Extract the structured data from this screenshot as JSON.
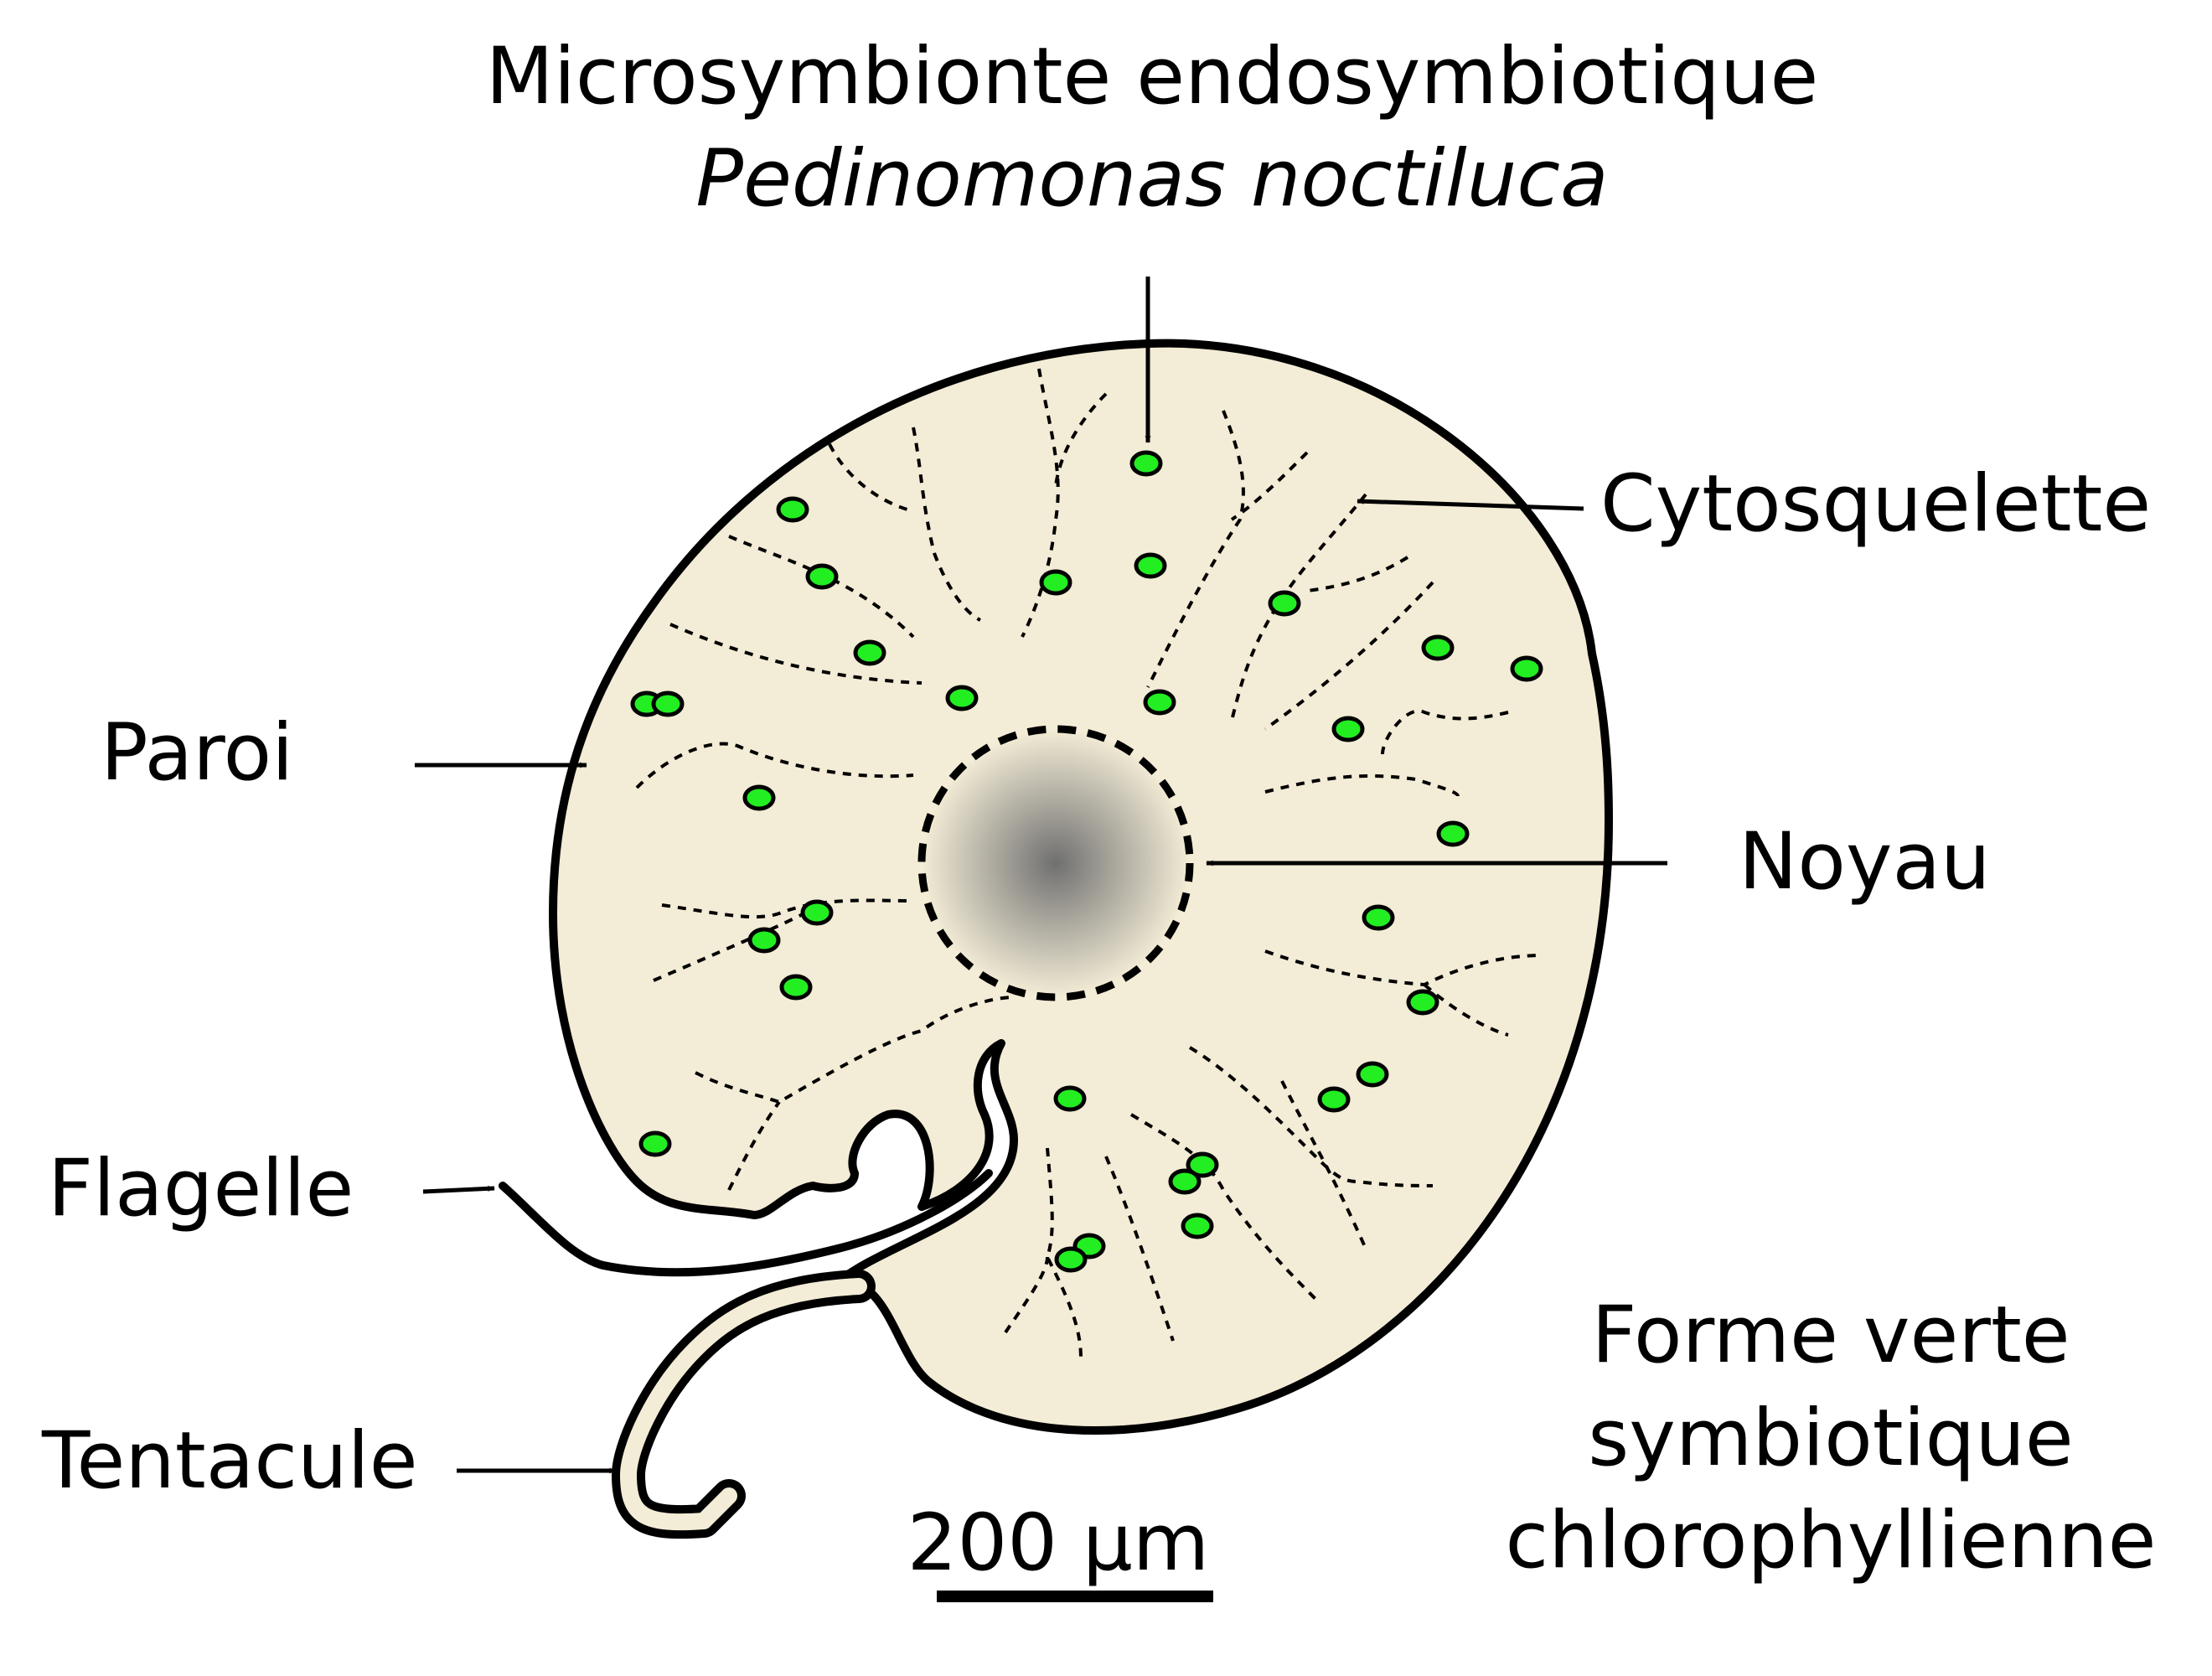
{
  "title": {
    "line1": "Microsymbionte endosymbiotique",
    "line2": "Pedinomonas noctiluca"
  },
  "labels": {
    "cytoskeleton": "Cytosquelette",
    "wall": "Paroi",
    "nucleus": "Noyau",
    "flagellum": "Flagelle",
    "tentacle": "Tentacule"
  },
  "caption": {
    "line1": "Forme verte",
    "line2": "symbiotique",
    "line3": "chlorophyllienne"
  },
  "scale_bar": {
    "label": "200 µm"
  },
  "colors": {
    "cytoplasm": "#f3ecd6",
    "outline": "#000000",
    "symbiont": "#22ee22",
    "nucleus_center": "#707070",
    "nucleus_edge": "#f3ecd6"
  }
}
